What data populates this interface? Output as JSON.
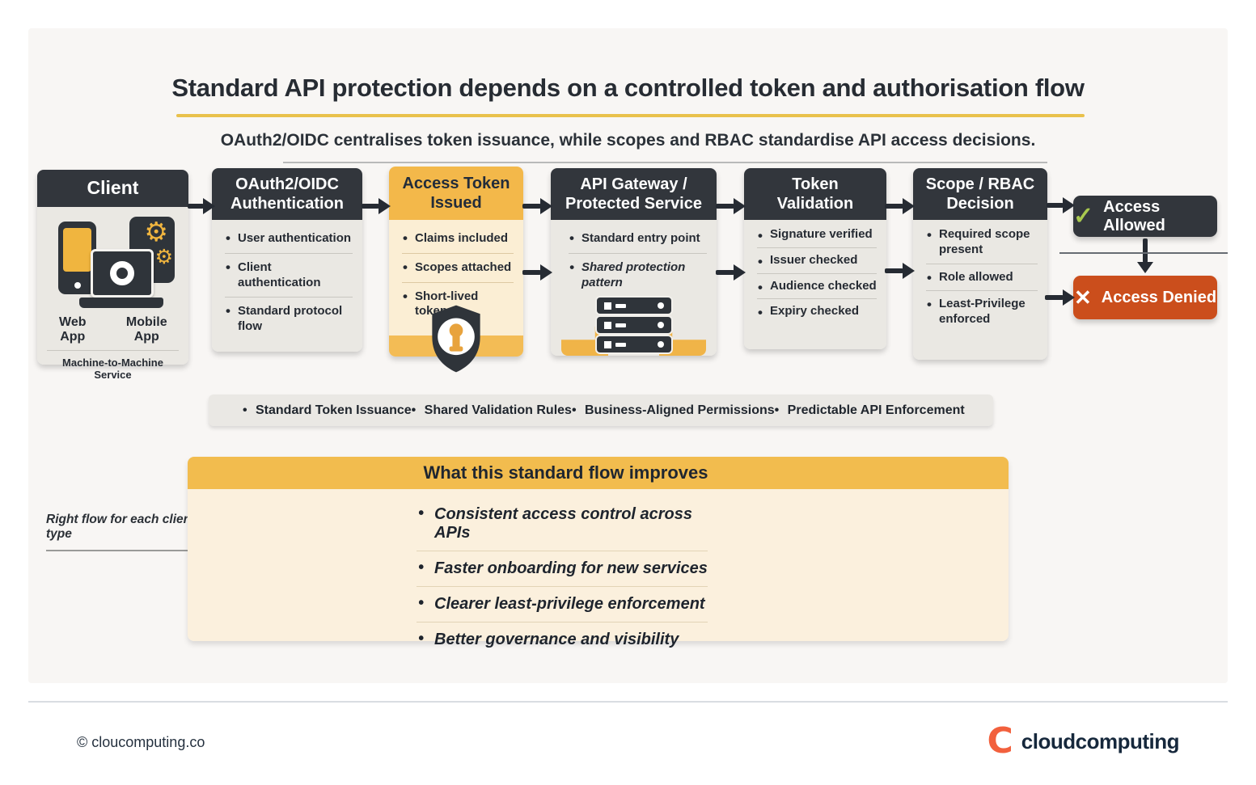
{
  "header": {
    "title": "Standard API protection depends on a controlled token and authorisation flow",
    "subtitle": "OAuth2/OIDC centralises token issuance, while scopes and RBAC standardise API access decisions."
  },
  "flow": {
    "client": {
      "title": "Client",
      "type_labels": [
        "Web App",
        "Mobile App",
        "Machine-to-Machine Service"
      ],
      "caption": "Right flow for each client type"
    },
    "auth": {
      "title": "OAuth2/OIDC Authentication",
      "bullets": [
        "User authentication",
        "Client authentication",
        "Standard protocol flow"
      ]
    },
    "token": {
      "title": "Access Token Issued",
      "bullets": [
        "Claims included",
        "Scopes attached",
        "Short-lived token"
      ]
    },
    "gateway": {
      "title": "API Gateway / Protected Service",
      "bullets": [
        "Standard entry point",
        "Shared protection pattern"
      ]
    },
    "validation": {
      "title": "Token Validation",
      "bullets": [
        "Signature verified",
        "Issuer checked",
        "Audience checked",
        "Expiry checked"
      ]
    },
    "decision": {
      "title": "Scope / RBAC Decision",
      "bullets": [
        "Required scope present",
        "Role allowed",
        "Least-Privilege enforced"
      ]
    },
    "allowed": {
      "label": "Access Allowed"
    },
    "denied": {
      "label": "Access Denied"
    }
  },
  "benefits": [
    "Standard Token Issuance",
    "Shared Validation Rules",
    "Business-Aligned Permissions",
    "Predictable API Enforcement"
  ],
  "improves": {
    "title": "What this standard flow improves",
    "bullets": [
      "Consistent access control across APIs",
      "Faster onboarding for new services",
      "Clearer least-privilege enforcement",
      "Better governance and visibility"
    ]
  },
  "footer": {
    "copyright": "© cloucomputing.co",
    "brand": "cloudcomputing"
  },
  "icons": {
    "check": "✓",
    "cross": "✕",
    "gear": "⚙",
    "brand_mark": "C"
  },
  "colors": {
    "accent_yellow": "#f2b84b",
    "dark_header": "#32363c",
    "denied_orange": "#cb4e1c",
    "allowed_check_green": "#a9c94f",
    "brand_orange": "#f2603d",
    "cream": "#fbf0dd"
  }
}
